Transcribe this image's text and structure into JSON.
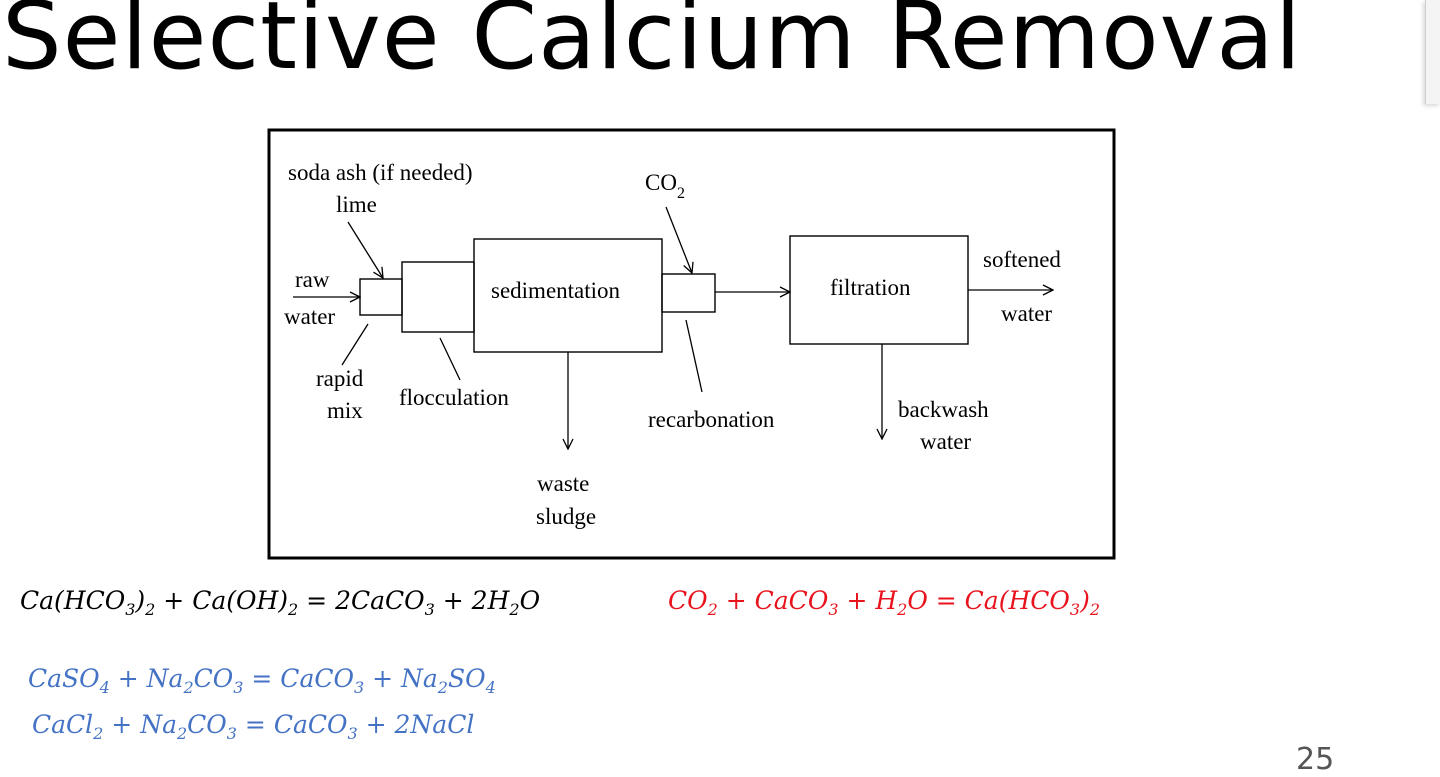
{
  "slide": {
    "title": "Selective Calcium Removal",
    "page_number": "25"
  },
  "diagram": {
    "labels": {
      "soda_ash": "soda ash (if needed)",
      "lime": "lime",
      "raw": "raw",
      "water_in": "water",
      "rapid": "rapid",
      "mix": "mix",
      "flocculation": "flocculation",
      "sedimentation": "sedimentation",
      "co2": "CO",
      "co2_sub": "2",
      "recarbonation": "recarbonation",
      "filtration": "filtration",
      "softened": "softened",
      "water_out": "water",
      "backwash": "backwash",
      "backwash_water": "water",
      "waste": "waste",
      "sludge": "sludge"
    }
  },
  "equations": [
    {
      "parts": [
        [
          "Ca(HCO",
          ""
        ],
        [
          "3",
          "sub"
        ],
        [
          ")",
          ""
        ],
        [
          "2",
          "sub"
        ],
        [
          " + Ca(OH)",
          ""
        ],
        [
          "2",
          "sub"
        ],
        [
          " = 2CaCO",
          ""
        ],
        [
          "3",
          "sub"
        ],
        [
          " + 2H",
          ""
        ],
        [
          "2",
          "sub"
        ],
        [
          "O",
          ""
        ]
      ]
    },
    {
      "parts": [
        [
          "CO",
          ""
        ],
        [
          "2",
          "sub"
        ],
        [
          " + CaCO",
          ""
        ],
        [
          "3",
          "sub"
        ],
        [
          " + H",
          ""
        ],
        [
          "2",
          "sub"
        ],
        [
          "O = Ca(HCO",
          ""
        ],
        [
          "3",
          "sub"
        ],
        [
          ")",
          ""
        ],
        [
          "2",
          "sub"
        ]
      ]
    },
    {
      "parts": [
        [
          "CaSO",
          ""
        ],
        [
          "4",
          "sub"
        ],
        [
          " + Na",
          ""
        ],
        [
          "2",
          "sub"
        ],
        [
          "CO",
          ""
        ],
        [
          "3",
          "sub"
        ],
        [
          " = CaCO",
          ""
        ],
        [
          "3",
          "sub"
        ],
        [
          " + Na",
          ""
        ],
        [
          "2",
          "sub"
        ],
        [
          "SO",
          ""
        ],
        [
          "4",
          "sub"
        ]
      ]
    },
    {
      "parts": [
        [
          "CaCl",
          ""
        ],
        [
          "2",
          "sub"
        ],
        [
          " + Na",
          ""
        ],
        [
          "2",
          "sub"
        ],
        [
          "CO",
          ""
        ],
        [
          "3",
          "sub"
        ],
        [
          " = CaCO",
          ""
        ],
        [
          "3",
          "sub"
        ],
        [
          " + 2NaCl",
          ""
        ]
      ]
    }
  ],
  "colors": {
    "equation_black": "#000000",
    "equation_red": "#e8131c",
    "equation_blue": "#4472c4"
  }
}
